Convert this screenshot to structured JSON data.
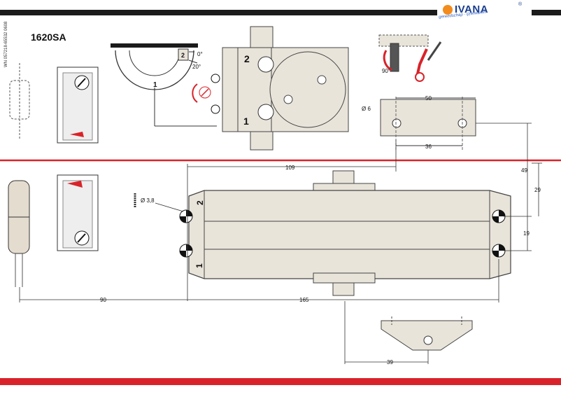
{
  "brand": {
    "name": "IVANA",
    "registered": "®",
    "tagline": "gereedschap · ijzerwaren",
    "accent": "#e31e24",
    "blue": "#1a3d8f",
    "orange": "#f28c1e"
  },
  "product": {
    "model": "1620SA",
    "code_line1": "WN 057218-65532",
    "code_line2": "0608"
  },
  "labels": {
    "pos1": "1",
    "pos2": "2",
    "angle0": "0°",
    "angle20": "20°",
    "angle90": "90°",
    "dia6": "Ø 6",
    "dia38": "Ø 3,8"
  },
  "dimensions": {
    "d50": "50",
    "d36": "36",
    "d109": "109",
    "d49": "49",
    "d29": "29",
    "d19": "19",
    "d90": "90",
    "d165": "165",
    "d39": "39"
  },
  "colors": {
    "line": "#333333",
    "body": "#e9e4da",
    "red": "#d9232a",
    "dark": "#1b1b1b"
  }
}
